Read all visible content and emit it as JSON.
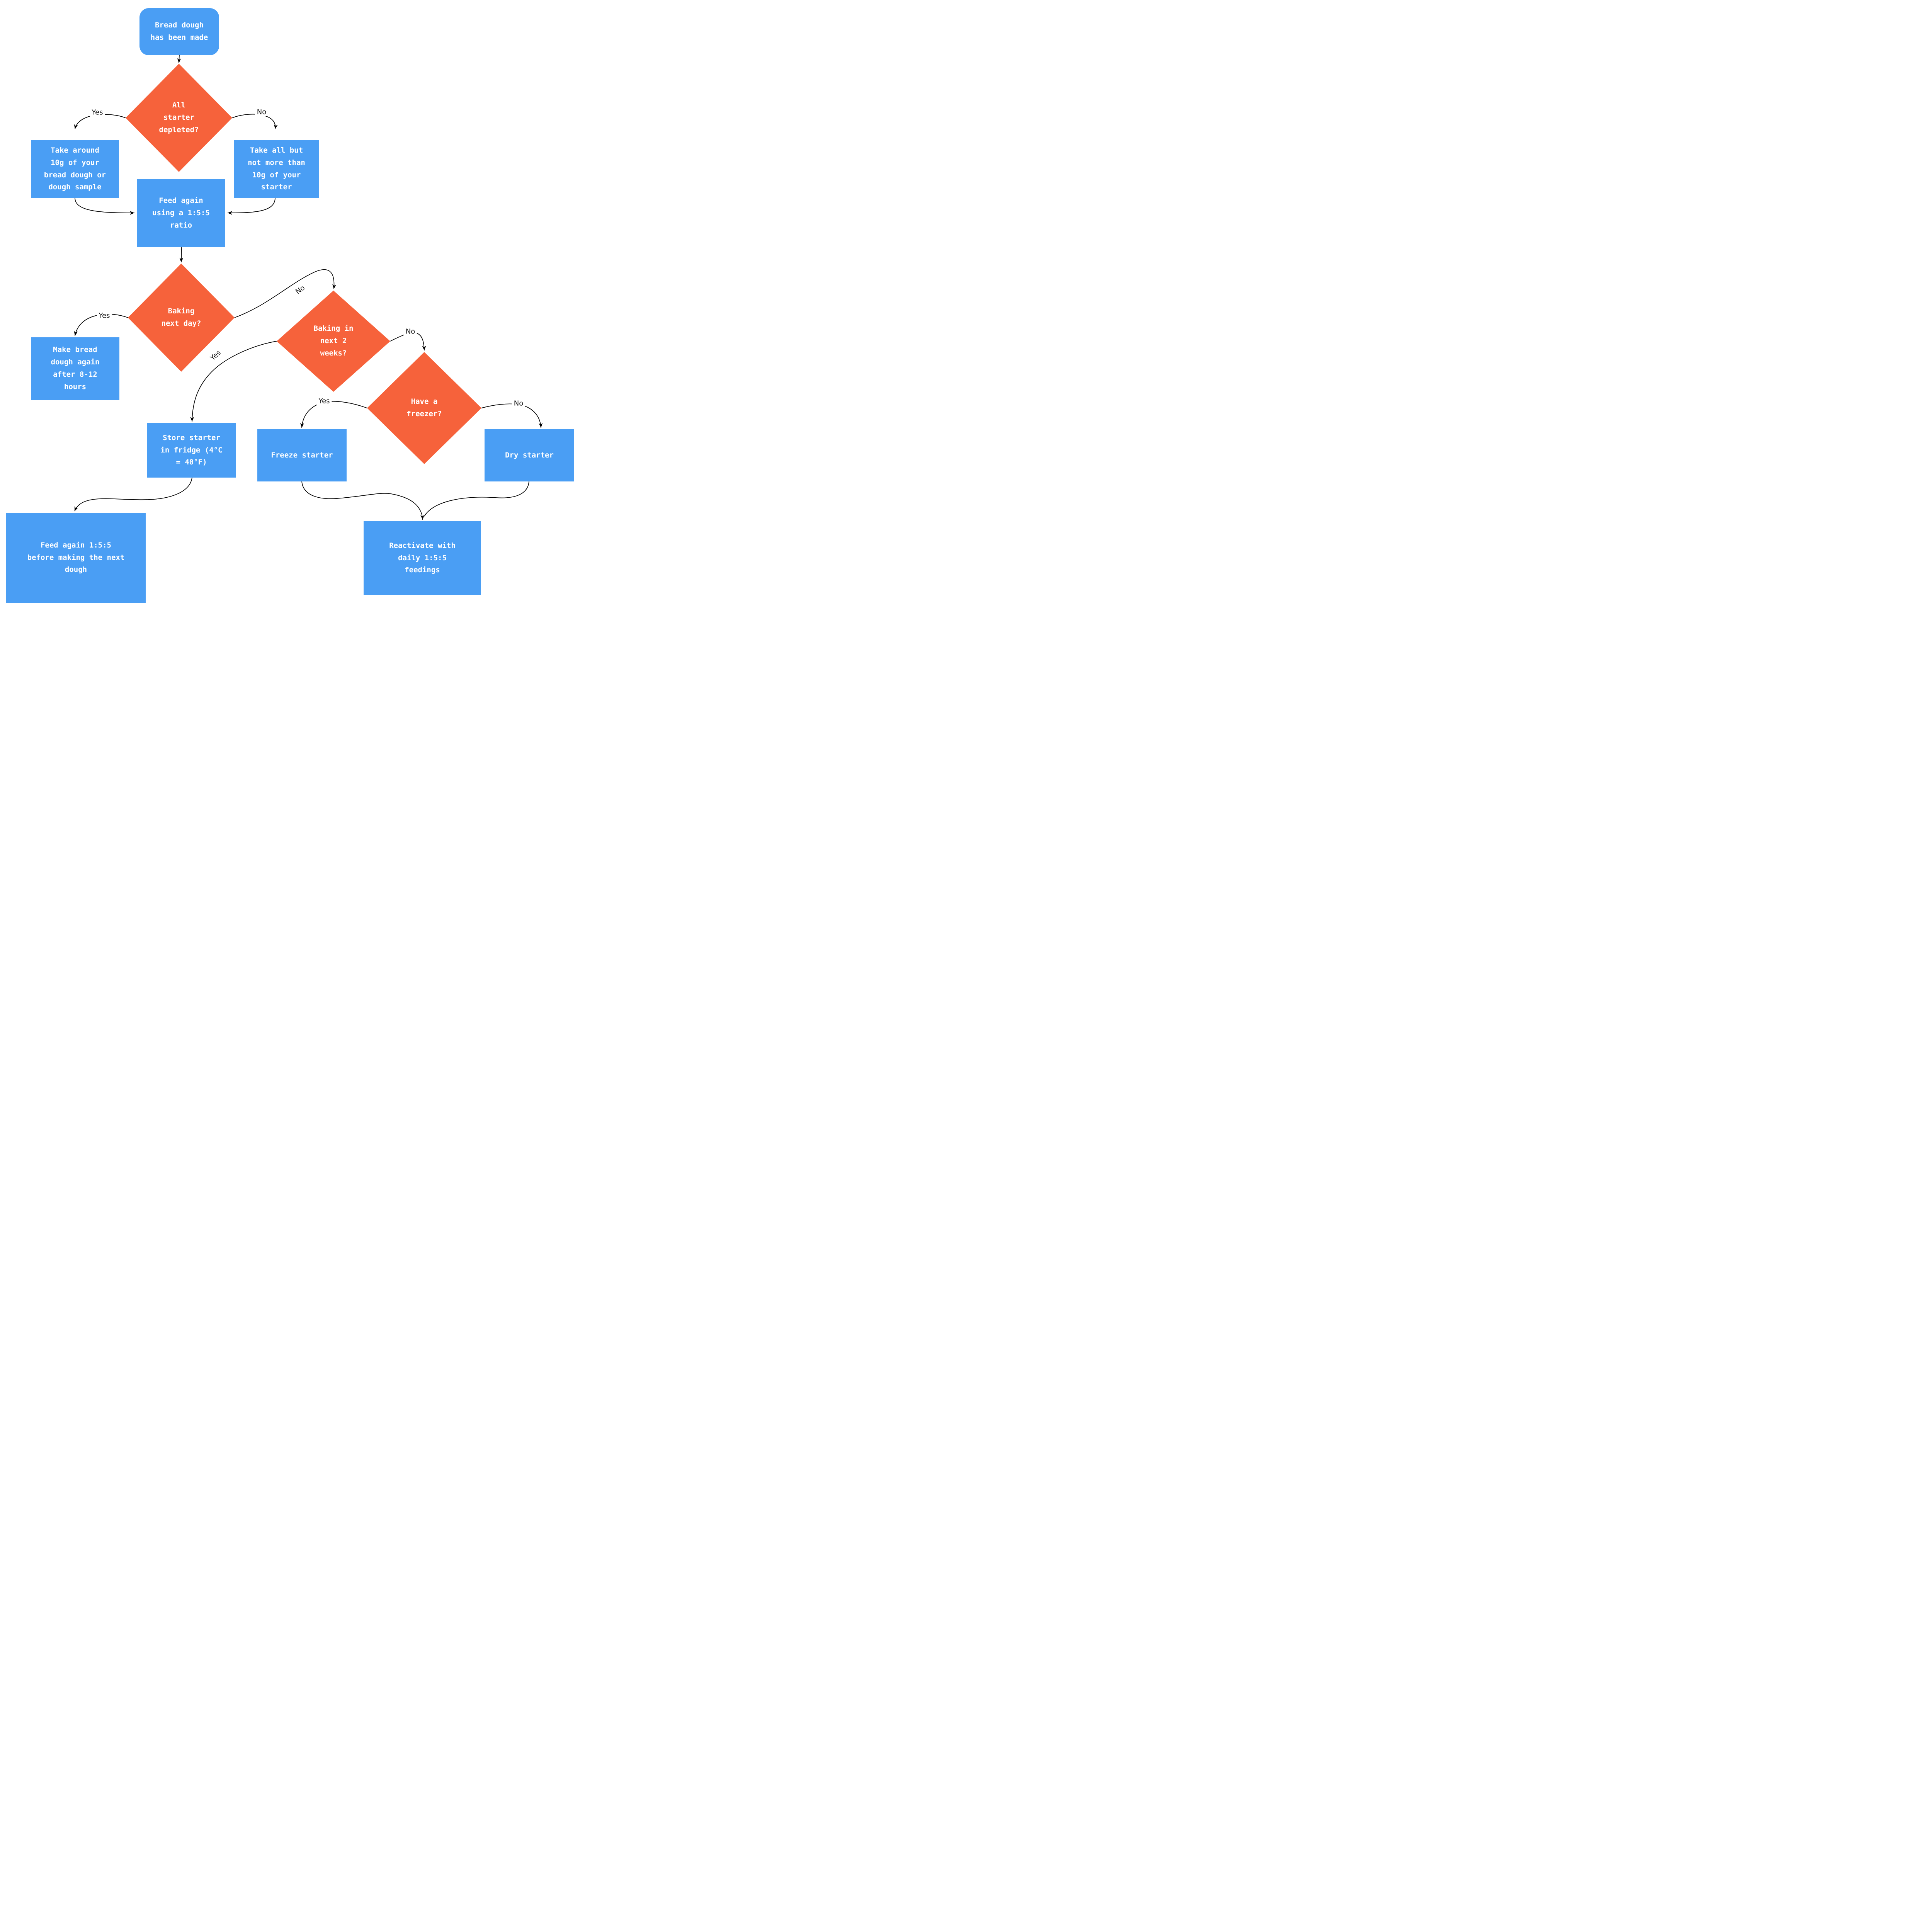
{
  "diagram": {
    "type": "flowchart",
    "topic": "Sourdough starter handling after making bread dough",
    "colors": {
      "process_fill": "#4A9EF4",
      "decision_fill": "#F6623B",
      "node_text": "#FFFFFF",
      "edge_stroke": "#000000",
      "background": "#FFFFFF"
    },
    "nodes": [
      {
        "id": "start",
        "type": "start",
        "label": "Bread dough\nhas been made"
      },
      {
        "id": "d1",
        "type": "decision",
        "label": "All\nstarter\ndepleted?"
      },
      {
        "id": "take10",
        "type": "process",
        "label": "Take around\n10g of your\nbread dough or\ndough sample"
      },
      {
        "id": "takeall",
        "type": "process",
        "label": "Take all but\nnot more than\n10g of your\nstarter"
      },
      {
        "id": "feed155",
        "type": "process",
        "label": "Feed again\nusing a 1:5:5\nratio"
      },
      {
        "id": "d2",
        "type": "decision",
        "label": "Baking\nnext day?"
      },
      {
        "id": "makebread",
        "type": "process",
        "label": "Make bread\ndough again\nafter 8-12\nhours"
      },
      {
        "id": "d3",
        "type": "decision",
        "label": "Baking in\nnext 2\nweeks?"
      },
      {
        "id": "store",
        "type": "process",
        "label": "Store starter\nin fridge (4°C\n= 40°F)"
      },
      {
        "id": "freeze",
        "type": "process",
        "label": "Freeze starter"
      },
      {
        "id": "d4",
        "type": "decision",
        "label": "Have a\nfreezer?"
      },
      {
        "id": "dry",
        "type": "process",
        "label": "Dry starter"
      },
      {
        "id": "feednext",
        "type": "process",
        "label": "Feed again 1:5:5\nbefore making the next\ndough"
      },
      {
        "id": "reactivate",
        "type": "process",
        "label": "Reactivate with\ndaily 1:5:5\nfeedings"
      }
    ],
    "edge_labels": [
      {
        "id": "yes1",
        "text": "Yes"
      },
      {
        "id": "no1",
        "text": "No"
      },
      {
        "id": "yes2",
        "text": "Yes"
      },
      {
        "id": "no2",
        "text": "No"
      },
      {
        "id": "yes3",
        "text": "Yes"
      },
      {
        "id": "no3",
        "text": "No"
      },
      {
        "id": "yes4",
        "text": "Yes"
      },
      {
        "id": "no4",
        "text": "No"
      }
    ],
    "edges": [
      {
        "from": "start",
        "to": "d1",
        "label": ""
      },
      {
        "from": "d1",
        "to": "take10",
        "label": "Yes"
      },
      {
        "from": "d1",
        "to": "takeall",
        "label": "No"
      },
      {
        "from": "take10",
        "to": "feed155",
        "label": ""
      },
      {
        "from": "takeall",
        "to": "feed155",
        "label": ""
      },
      {
        "from": "feed155",
        "to": "d2",
        "label": ""
      },
      {
        "from": "d2",
        "to": "makebread",
        "label": "Yes"
      },
      {
        "from": "d2",
        "to": "d3",
        "label": "No"
      },
      {
        "from": "d3",
        "to": "store",
        "label": "Yes"
      },
      {
        "from": "d3",
        "to": "d4",
        "label": "No"
      },
      {
        "from": "d4",
        "to": "freeze",
        "label": "Yes"
      },
      {
        "from": "d4",
        "to": "dry",
        "label": "No"
      },
      {
        "from": "store",
        "to": "feednext",
        "label": ""
      },
      {
        "from": "freeze",
        "to": "reactivate",
        "label": ""
      },
      {
        "from": "dry",
        "to": "reactivate",
        "label": ""
      }
    ]
  }
}
